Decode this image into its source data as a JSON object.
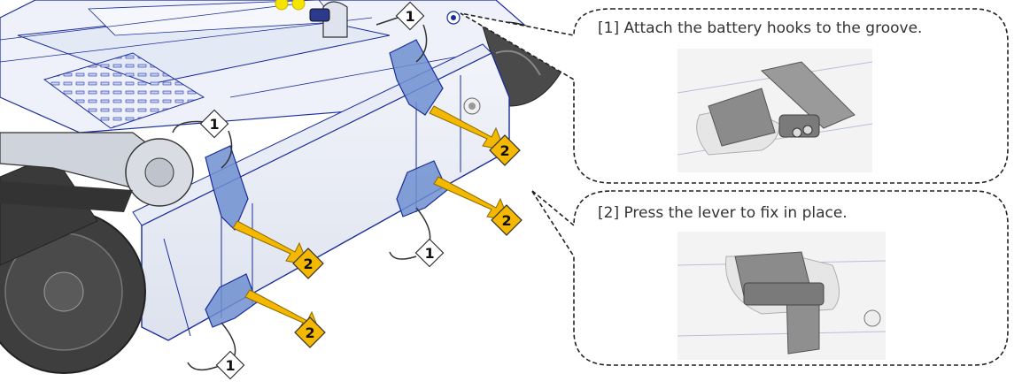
{
  "callouts": [
    {
      "text": "[1] Attach the battery hooks to the groove."
    },
    {
      "text": "[2] Press the lever to fix in place."
    }
  ],
  "markers": {
    "step1": "1",
    "step2": "2"
  },
  "colors": {
    "step2_marker": "#f5b800",
    "step2_arrow": "#f5b800",
    "step1_marker": "#ffffff",
    "hook_blue": "#6f8fd0",
    "outline_blue": "#1a2d9a",
    "dark_wheel": "#3a3a3a",
    "callout_border": "#222222"
  }
}
